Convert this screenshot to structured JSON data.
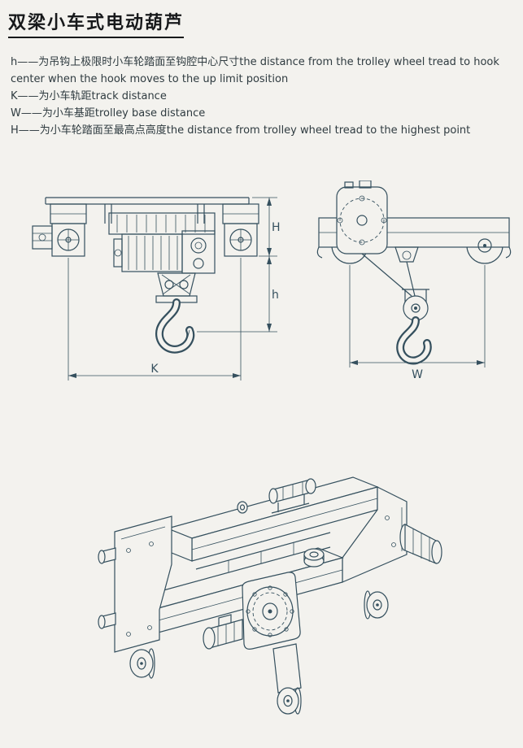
{
  "page": {
    "title": "双梁小车式电动葫芦",
    "background_color": "#f3f2ee",
    "ink_color": "#35505e",
    "title_color": "#17191b"
  },
  "notes": {
    "lines": [
      "h——为吊钩上极限时小车轮踏面至钩腔中心尺寸the distance from the trolley wheel tread to hook",
      "center  when the hook moves to the up limit position",
      "K——为小车轨距track distance",
      "W——为小车基距trolley base distance",
      "H——为小车轮踏面至最高点高度the distance from trolley wheel tread to the highest point"
    ]
  },
  "figures": {
    "front_view": {
      "dim_H": "H",
      "dim_h": "h",
      "dim_K": "K"
    },
    "side_view": {
      "dim_W": "W"
    }
  }
}
